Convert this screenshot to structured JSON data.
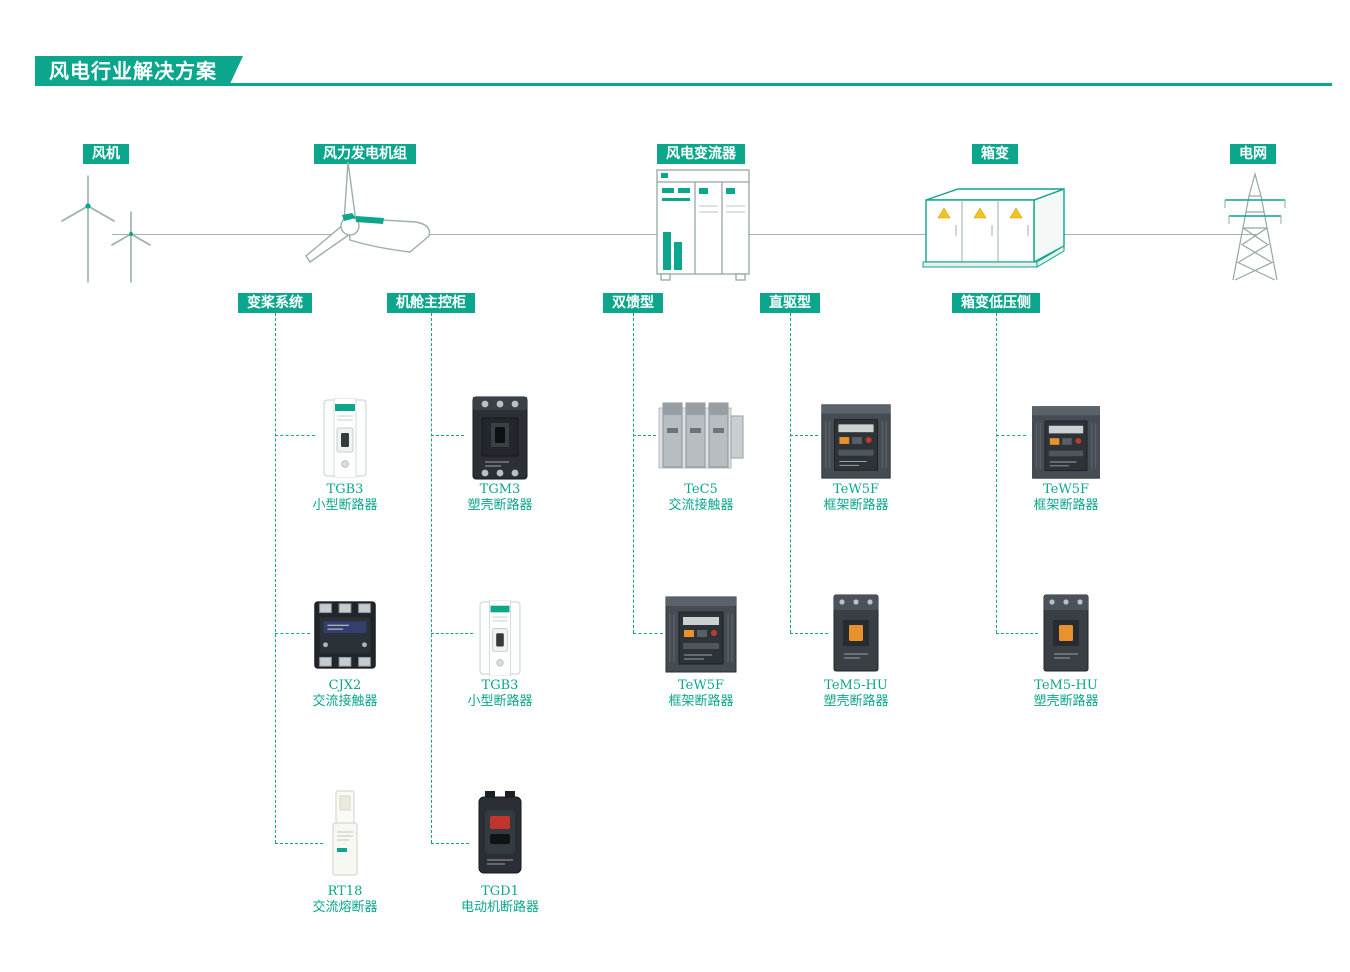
{
  "accent": "#0BA68C",
  "title": "风电行业解决方案",
  "flow_nodes": [
    {
      "label": "风机",
      "icon": "wind-turbines-icon"
    },
    {
      "label": "风力发电机组",
      "icon": "nacelle-icon"
    },
    {
      "label": "风电变流器",
      "icon": "converter-cabinet-icon"
    },
    {
      "label": "箱变",
      "icon": "box-transformer-icon"
    },
    {
      "label": "电网",
      "icon": "transmission-tower-icon"
    }
  ],
  "branches": [
    {
      "label": "变桨系统",
      "products": [
        {
          "model": "TGB3",
          "desc": "小型断路器",
          "icon": "mini-circuit-breaker-icon"
        },
        {
          "model": "CJX2",
          "desc": "交流接触器",
          "icon": "ac-contactor-icon"
        },
        {
          "model": "RT18",
          "desc": "交流熔断器",
          "icon": "fuse-holder-icon"
        }
      ]
    },
    {
      "label": "机舱主控柜",
      "products": [
        {
          "model": "TGM3",
          "desc": "塑壳断路器",
          "icon": "molded-case-breaker-icon"
        },
        {
          "model": "TGB3",
          "desc": "小型断路器",
          "icon": "mini-circuit-breaker-icon"
        },
        {
          "model": "TGD1",
          "desc": "电动机断路器",
          "icon": "motor-breaker-icon"
        }
      ]
    },
    {
      "label": "双馈型",
      "products": [
        {
          "model": "TeC5",
          "desc": "交流接触器",
          "icon": "contactor-bank-icon"
        },
        {
          "model": "TeW5F",
          "desc": "框架断路器",
          "icon": "air-circuit-breaker-icon"
        }
      ]
    },
    {
      "label": "直驱型",
      "products": [
        {
          "model": "TeW5F",
          "desc": "框架断路器",
          "icon": "air-circuit-breaker-icon"
        },
        {
          "model": "TeM5-HU",
          "desc": "塑壳断路器",
          "icon": "molded-case-breaker-orange-icon"
        }
      ]
    },
    {
      "label": "箱变低压侧",
      "products": [
        {
          "model": "TeW5F",
          "desc": "框架断路器",
          "icon": "air-circuit-breaker-icon"
        },
        {
          "model": "TeM5-HU",
          "desc": "塑壳断路器",
          "icon": "molded-case-breaker-orange-icon"
        }
      ]
    }
  ]
}
